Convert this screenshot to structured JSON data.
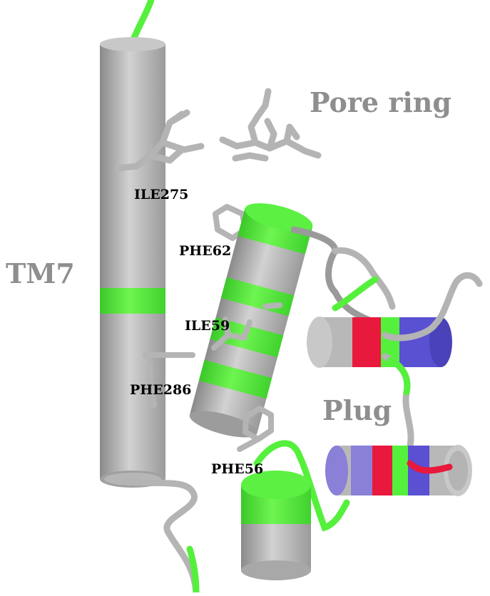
{
  "labels": {
    "pore_ring": "Pore ring",
    "tm7": "TM7",
    "plug": "Plug",
    "ile275": "ILE275",
    "phe62": "PHE62",
    "ile59": "ILE59",
    "phe286": "PHE286",
    "phe56": "PHE56"
  },
  "colors": {
    "helix_gray": "#b4b4b4",
    "helix_green": "#55f03c",
    "helix_red": "#e8193c",
    "helix_blue": "#5a50d2",
    "label_gray": "#8e8e8e",
    "label_black": "#000000"
  }
}
